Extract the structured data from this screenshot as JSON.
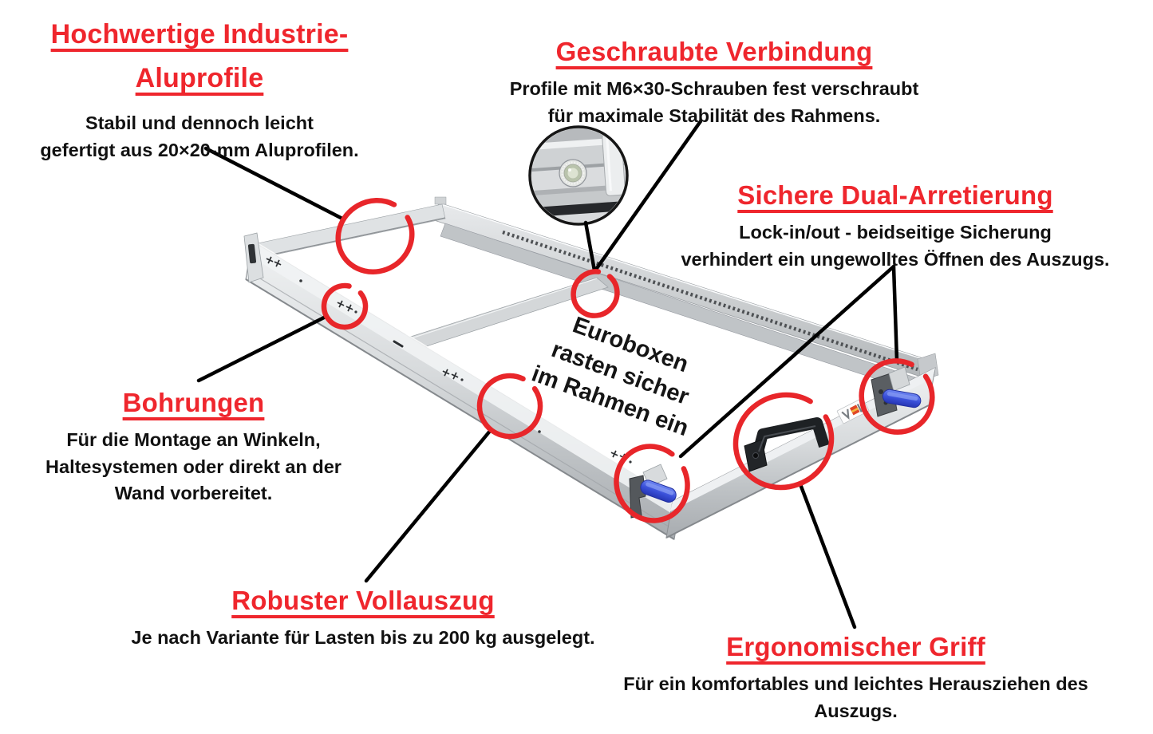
{
  "colors": {
    "accent_red_text": "#ef262d",
    "accent_red_circles": "#e8262a",
    "connector_black": "#000000",
    "metal_light": "#f0f2f3",
    "metal_mid": "#c6c9cc",
    "metal_dark": "#8f9498",
    "lock_blue": "#3a50d9",
    "handle_black": "#1e2124"
  },
  "annotations": {
    "aluprofile": {
      "title_line1": "Hochwertige Industrie-",
      "title_line2": "Aluprofile",
      "line1": "Stabil und dennoch leicht",
      "line2": "gefertigt aus 20×20-mm Aluprofilen."
    },
    "verbindung": {
      "title": "Geschraubte Verbindung",
      "line1": "Profile mit M6×30-Schrauben fest verschraubt",
      "line2": "für maximale Stabilität des Rahmens."
    },
    "arretierung": {
      "title": "Sichere Dual-Arretierung",
      "line1": "Lock-in/out - beidseitige Sicherung",
      "line2": "verhindert ein ungewolltes Öffnen des Auszugs."
    },
    "bohrungen": {
      "title": "Bohrungen",
      "line1": "Für die Montage an Winkeln,",
      "line2": "Haltesystemen oder direkt an der",
      "line3": "Wand vorbereitet."
    },
    "vollauszug": {
      "title": "Robuster Vollauszug",
      "line1": "Je nach Variante für Lasten bis zu 200 kg ausgelegt."
    },
    "griff": {
      "title": "Ergonomischer Griff",
      "line1": "Für ein komfortables und leichtes Herausziehen des",
      "line2": "Auszugs."
    }
  },
  "frame_note": {
    "line1": "Euroboxen",
    "line2": "rasten sicher",
    "line3": "im Rahmen ein"
  },
  "icons": {
    "screw_inset": "circular close-up of M6 screw in aluminium profile",
    "lock_lever_left": "blue locking lever",
    "lock_lever_right": "blue locking lever",
    "grab_handle": "black ergonomic U-handle",
    "brand_logo": "small V/L sticker with red emblem",
    "highlight_circle": "hand-drawn red ellipse",
    "connector_line": "black pointer line"
  }
}
